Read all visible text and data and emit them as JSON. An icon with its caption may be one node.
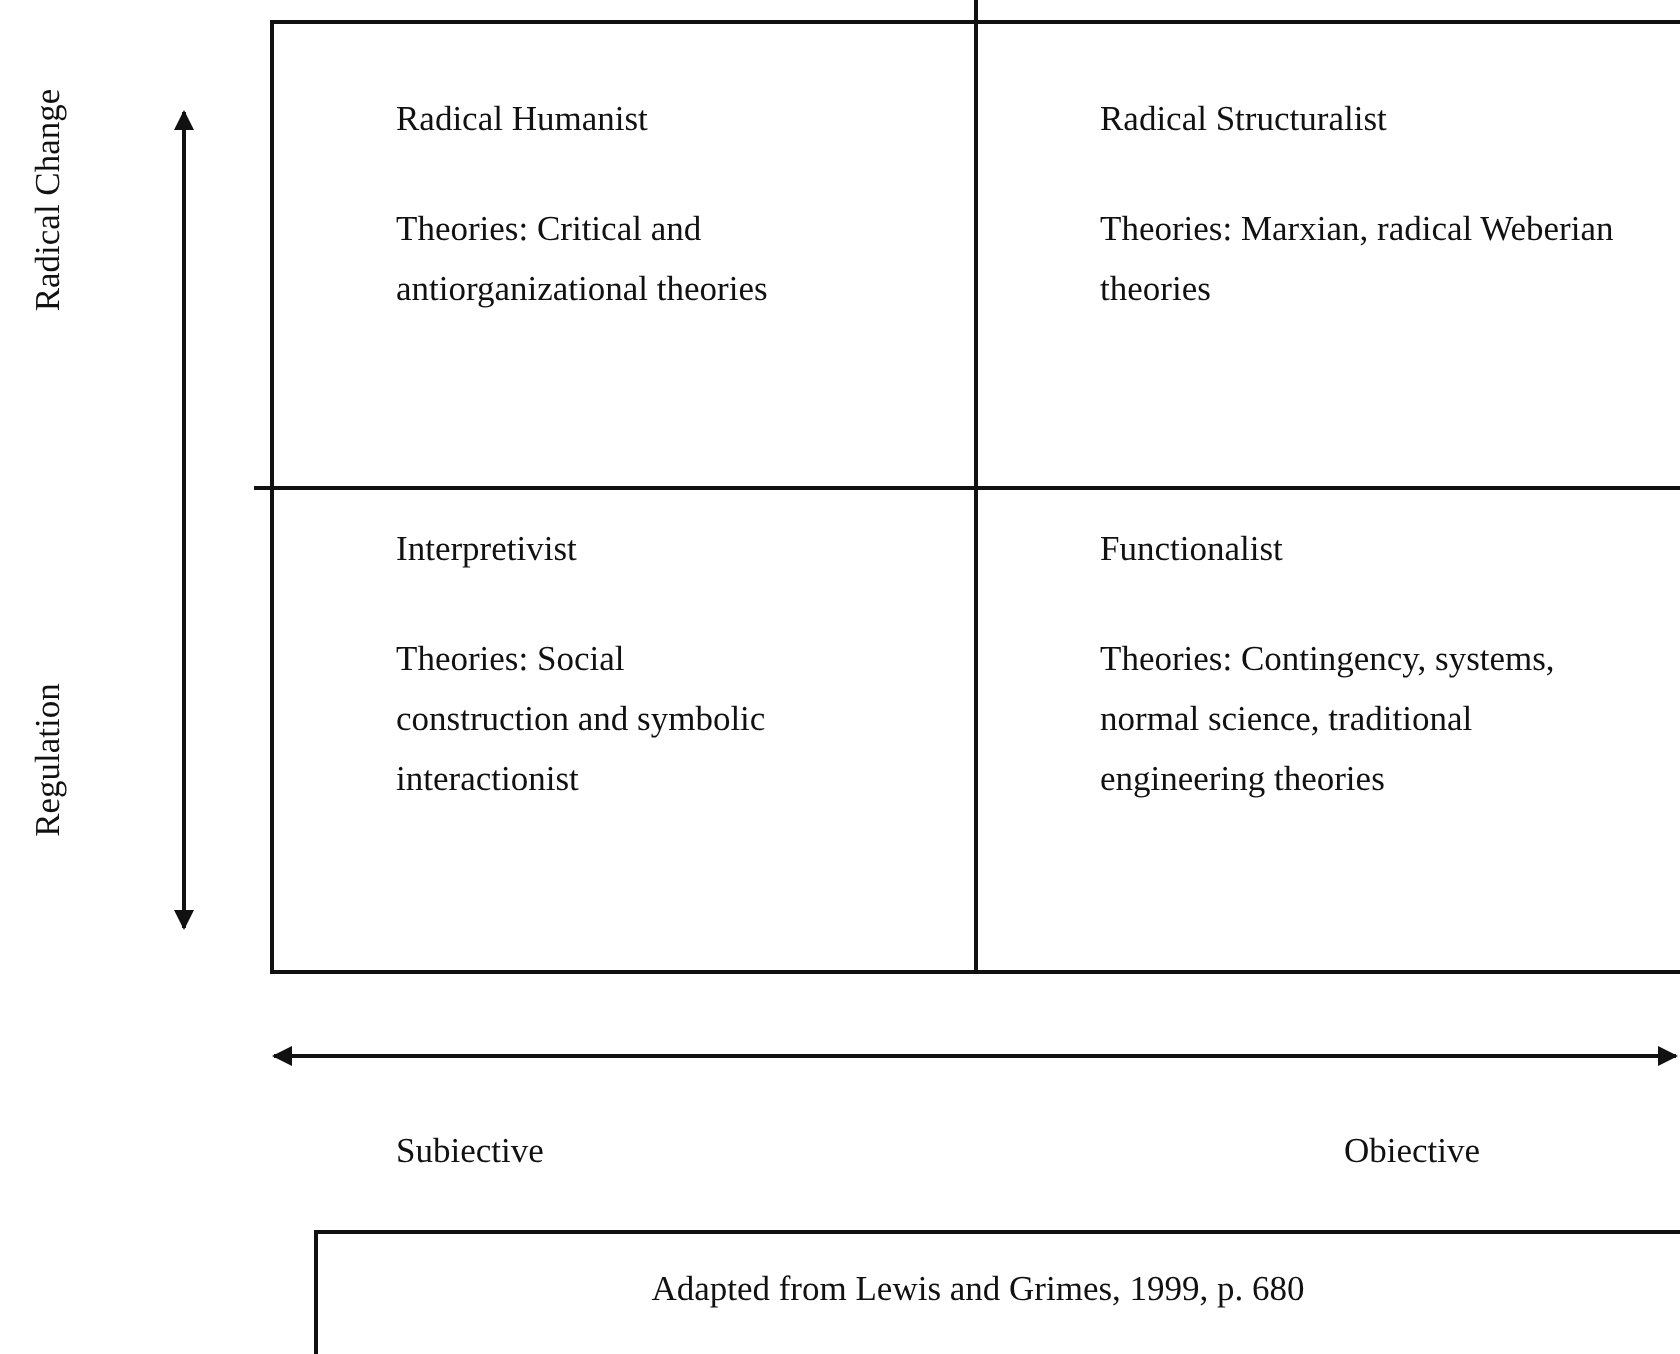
{
  "diagram": {
    "nodes": [
      {
        "text": [
          "Radical Humanist",
          "Theories: Critical and antiorganizational theories"
        ]
      },
      {
        "text": [
          "Radical Structuralist",
          "Theories: Marxian, radical Weberian theories"
        ]
      },
      {
        "text": [
          "Interpretivist",
          "Theories: Social construction and symbolic interactionist"
        ]
      },
      {
        "text": [
          "Functionalist",
          "Theories: Contingency, systems, normal science, traditional engineering theories"
        ]
      },
      {
        "text": [
          "Adapted from Lewis and Grimes, 1999, p. 680"
        ]
      }
    ],
    "edges": [],
    "labels": [
      "Radical Change",
      "Regulation",
      "Subiective",
      "Obiective"
    ]
  }
}
